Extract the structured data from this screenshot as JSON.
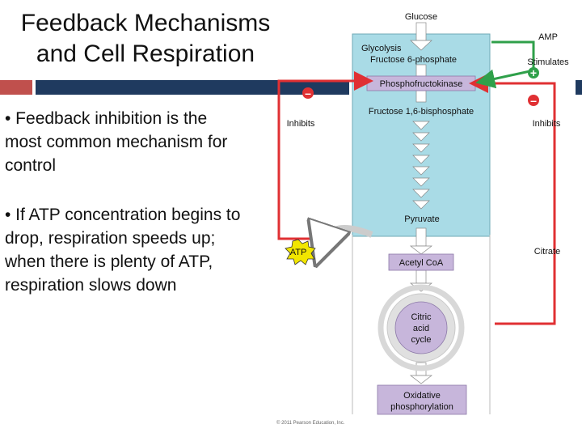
{
  "slide": {
    "title_line1": "Feedback Mechanisms",
    "title_line2": "and Cell Respiration",
    "bullets": [
      "• Feedback inhibition is the most common mechanism for control",
      "• If ATP concentration begins to drop, respiration speeds up; when there is plenty of ATP, respiration slows down"
    ]
  },
  "colors": {
    "accent_red": "#c0504d",
    "header_navy": "#1f3a5f",
    "pathway_teal": "#a9dbe6",
    "inhibit_red": "#e03033",
    "stimulate_green": "#2fa04a",
    "atp_yellow": "#f2e600"
  },
  "diagram": {
    "glucose": "Glucose",
    "glycolysis": "Glycolysis",
    "f6p": "Fructose 6-phosphate",
    "amp": "AMP",
    "stimulates": "Stimulates",
    "plus_sign": "+",
    "pfk": "Phosphofructokinase",
    "minus_sign": "–",
    "inhibits_left": "Inhibits",
    "inhibits_right": "Inhibits",
    "f16bp": "Fructose 1,6-bisphosphate",
    "pyruvate": "Pyruvate",
    "atp": "ATP",
    "citrate": "Citrate",
    "acetyl_coa": "Acetyl CoA",
    "citric_1": "Citric",
    "citric_2": "acid",
    "citric_3": "cycle",
    "oxphos_1": "Oxidative",
    "oxphos_2": "phosphorylation",
    "copyright": "© 2011 Pearson Education, Inc."
  }
}
